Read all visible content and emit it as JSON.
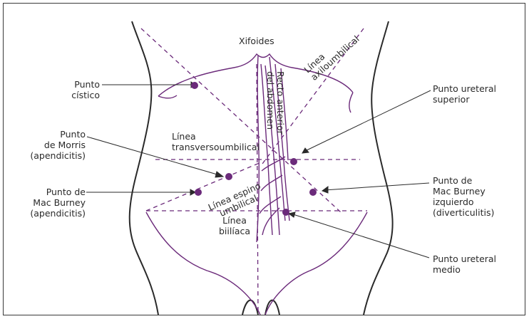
{
  "colors": {
    "accent": "#6b2a7a",
    "outline": "#2a2a2a",
    "frame": "#3a3a3a"
  },
  "labels": {
    "xifoides": "Xifoides",
    "linea_axilo": "Línea\naxiloumbilical",
    "recto_anterior": "Recto anterior\ndel abdomen",
    "linea_transverso": "Línea\ntransversoumbilical",
    "linea_espino": "Línea espino\numbilical",
    "linea_biiliaca": "Línea\nbiilíaca",
    "punto_cistico": "Punto\ncístico",
    "punto_morris": "Punto\nde Morris\n(apendicitis)",
    "punto_mcburney": "Punto de\nMac Burney\n(apendicitis)",
    "punto_ureteral_superior": "Punto ureteral\nsuperior",
    "punto_mcburney_izq": "Punto de\nMac Burney\nizquierdo\n(diverticulitis)",
    "punto_ureteral_medio": "Punto ureteral\nmedio"
  }
}
